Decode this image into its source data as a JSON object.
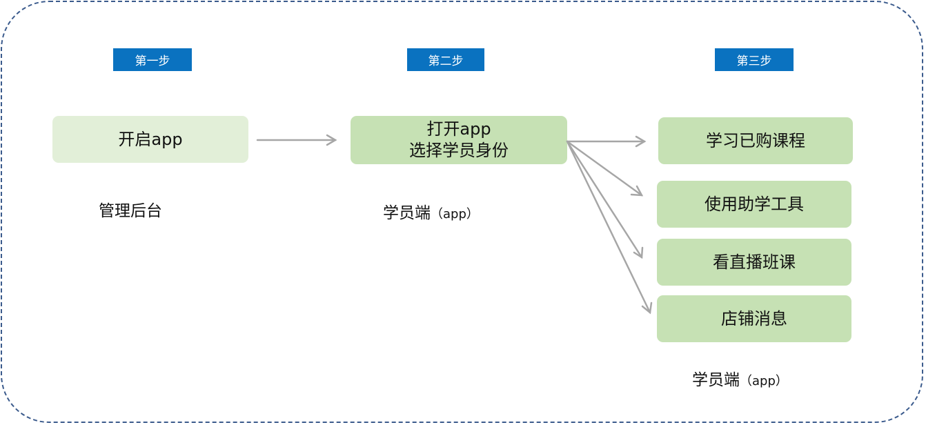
{
  "steps": [
    "第一步",
    "第二步",
    "第三步"
  ],
  "boxes": {
    "open_app": "开启app",
    "open_app2_line1": "打开app",
    "open_app2_line2": "选择学员身份",
    "learn_courses": "学习已购课程",
    "study_tools": "使用助学工具",
    "live_class": "看直播班课",
    "store_messages": "店铺消息"
  },
  "labels": {
    "admin": "管理后台",
    "student_1": "学员端",
    "student_1_paren": "（app）",
    "student_2": "学员端",
    "student_2_paren": "（app）"
  },
  "colors": {
    "step_bg": "#0a72c0",
    "box_light": "#e2efd8",
    "box_mid": "#c6e1b4",
    "arrow": "#a6a6a6",
    "border": "#3a5a8c"
  }
}
